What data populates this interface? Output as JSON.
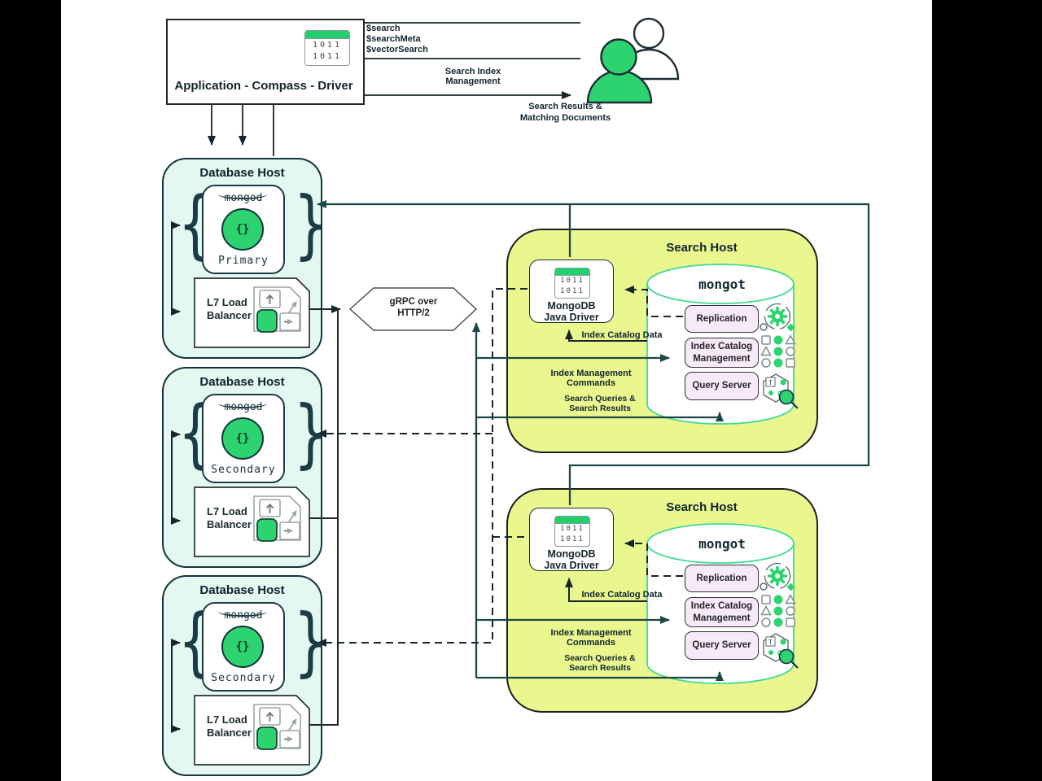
{
  "colors": {
    "green": "#2dd36f",
    "green_header": "#21d06a",
    "mint": "#e3f8f0",
    "yellow": "#eaf78f",
    "pink": "#f8e9f8",
    "line_dark": "#16262b",
    "line_teal": "#1d4747",
    "cylinder_stroke": "#3fdb95"
  },
  "glyphs": {
    "brace_left": "{",
    "brace_right": "}"
  },
  "app": {
    "label": "Application - Compass - Driver",
    "binary_row": "1011"
  },
  "top": {
    "op1": "$search",
    "op2": "$searchMeta",
    "op3": "$vectorSearch",
    "sim1": "Search Index",
    "sim2": "Management",
    "sr1": "Search Results &",
    "sr2": "Matching Documents"
  },
  "grpc": {
    "l1": "gRPC over",
    "l2": "HTTP/2"
  },
  "database_hosts": [
    {
      "title": "Database Host",
      "process": "mongod",
      "symbol": "{}",
      "role": "Primary",
      "lb1": "L7 Load",
      "lb2": "Balancer"
    },
    {
      "title": "Database Host",
      "process": "mongod",
      "symbol": "{}",
      "role": "Secondary",
      "lb1": "L7 Load",
      "lb2": "Balancer"
    },
    {
      "title": "Database Host",
      "process": "mongod",
      "symbol": "{}",
      "role": "Secondary",
      "lb1": "L7 Load",
      "lb2": "Balancer"
    }
  ],
  "search_hosts": [
    {
      "title": "Search Host",
      "drv1": "MongoDB",
      "drv2": "Java Driver",
      "binary_row": "1011",
      "process": "mongot",
      "replication": "Replication",
      "icm1": "Index Catalog",
      "icm2": "Management",
      "qs": "Query Server",
      "icd": "Index Catalog Data",
      "imc": "Index Management Commands",
      "sq1": "Search Queries &",
      "sq2": "Search Results",
      "qt": "T"
    },
    {
      "title": "Search Host",
      "drv1": "MongoDB",
      "drv2": "Java Driver",
      "binary_row": "1011",
      "process": "mongot",
      "replication": "Replication",
      "icm1": "Index Catalog",
      "icm2": "Management",
      "qs": "Query Server",
      "icd": "Index Catalog Data",
      "imc": "Index Management Commands",
      "sq1": "Search Queries &",
      "sq2": "Search Results",
      "qt": "T"
    }
  ]
}
